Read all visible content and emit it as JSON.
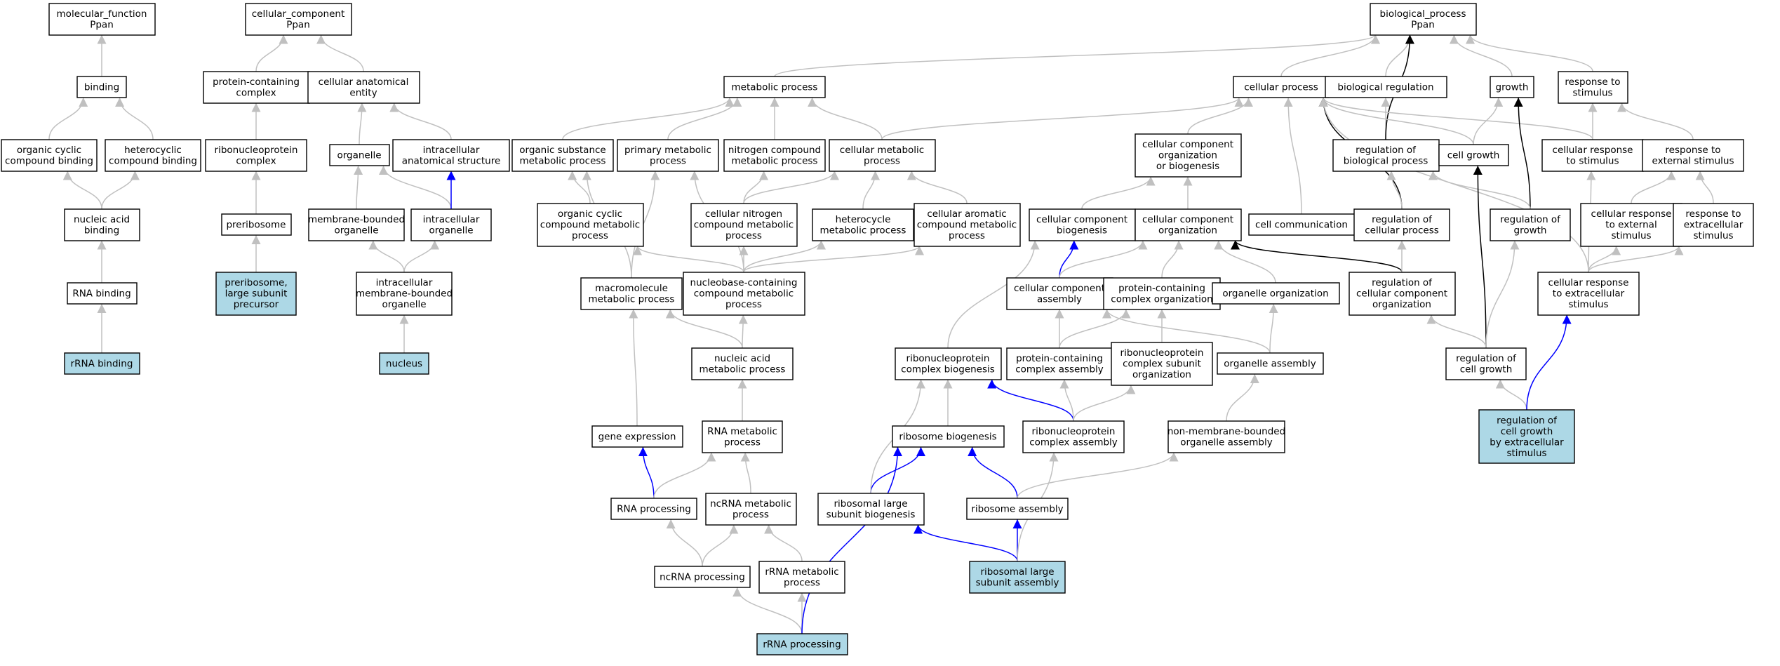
{
  "colors": {
    "node_fill": "#ffffff",
    "node_highlight_fill": "#add8e6",
    "edge_is_a": "#c0c0c0",
    "edge_part_of": "#0000ff",
    "edge_regulates": "#000000"
  },
  "nodes": [
    {
      "id": "mf_root",
      "lines": [
        "molecular_function",
        "Ppan"
      ],
      "highlight": false
    },
    {
      "id": "binding",
      "lines": [
        "binding"
      ],
      "highlight": false
    },
    {
      "id": "org_cyc_bind",
      "lines": [
        "organic cyclic",
        "compound binding"
      ],
      "highlight": false
    },
    {
      "id": "hetcyc_bind",
      "lines": [
        "heterocyclic",
        "compound binding"
      ],
      "highlight": false
    },
    {
      "id": "na_bind",
      "lines": [
        "nucleic acid",
        "binding"
      ],
      "highlight": false
    },
    {
      "id": "rna_bind",
      "lines": [
        "RNA binding"
      ],
      "highlight": false
    },
    {
      "id": "rrna_bind",
      "lines": [
        "rRNA binding"
      ],
      "highlight": true
    },
    {
      "id": "cc_root",
      "lines": [
        "cellular_component",
        "Ppan"
      ],
      "highlight": false
    },
    {
      "id": "prot_cont_cx",
      "lines": [
        "protein-containing",
        "complex"
      ],
      "highlight": false
    },
    {
      "id": "cell_anat_ent",
      "lines": [
        "cellular anatomical",
        "entity"
      ],
      "highlight": false
    },
    {
      "id": "rnp_cx",
      "lines": [
        "ribonucleoprotein",
        "complex"
      ],
      "highlight": false
    },
    {
      "id": "organelle",
      "lines": [
        "organelle"
      ],
      "highlight": false
    },
    {
      "id": "intra_anat",
      "lines": [
        "intracellular",
        "anatomical structure"
      ],
      "highlight": false
    },
    {
      "id": "preribosome",
      "lines": [
        "preribosome"
      ],
      "highlight": false
    },
    {
      "id": "memb_org",
      "lines": [
        "membrane-bounded",
        "organelle"
      ],
      "highlight": false
    },
    {
      "id": "intra_org",
      "lines": [
        "intracellular",
        "organelle"
      ],
      "highlight": false
    },
    {
      "id": "prerib_lsu",
      "lines": [
        "preribosome,",
        "large subunit",
        "precursor"
      ],
      "highlight": true
    },
    {
      "id": "intra_memb_org",
      "lines": [
        "intracellular",
        "membrane-bounded",
        "organelle"
      ],
      "highlight": false
    },
    {
      "id": "nucleus",
      "lines": [
        "nucleus"
      ],
      "highlight": true
    },
    {
      "id": "bp_root",
      "lines": [
        "biological_process",
        "Ppan"
      ],
      "highlight": false
    },
    {
      "id": "metab_proc",
      "lines": [
        "metabolic process"
      ],
      "highlight": false
    },
    {
      "id": "cell_proc",
      "lines": [
        "cellular process"
      ],
      "highlight": false
    },
    {
      "id": "bio_reg",
      "lines": [
        "biological regulation"
      ],
      "highlight": false
    },
    {
      "id": "growth",
      "lines": [
        "growth"
      ],
      "highlight": false
    },
    {
      "id": "resp_stim",
      "lines": [
        "response to",
        "stimulus"
      ],
      "highlight": false
    },
    {
      "id": "org_sub_met",
      "lines": [
        "organic substance",
        "metabolic process"
      ],
      "highlight": false
    },
    {
      "id": "prim_met",
      "lines": [
        "primary metabolic",
        "process"
      ],
      "highlight": false
    },
    {
      "id": "nitro_met",
      "lines": [
        "nitrogen compound",
        "metabolic process"
      ],
      "highlight": false
    },
    {
      "id": "cell_met",
      "lines": [
        "cellular metabolic",
        "process"
      ],
      "highlight": false
    },
    {
      "id": "cc_org_biog",
      "lines": [
        "cellular component",
        "organization",
        "or biogenesis"
      ],
      "highlight": false
    },
    {
      "id": "reg_bio_proc",
      "lines": [
        "regulation of",
        "biological process"
      ],
      "highlight": false
    },
    {
      "id": "cell_growth",
      "lines": [
        "cell growth"
      ],
      "highlight": false
    },
    {
      "id": "cell_resp_stim",
      "lines": [
        "cellular response",
        "to stimulus"
      ],
      "highlight": false
    },
    {
      "id": "resp_ext_stim",
      "lines": [
        "response to",
        "external stimulus"
      ],
      "highlight": false
    },
    {
      "id": "org_cyc_met",
      "lines": [
        "organic cyclic",
        "compound metabolic",
        "process"
      ],
      "highlight": false
    },
    {
      "id": "cell_nitro_met",
      "lines": [
        "cellular nitrogen",
        "compound metabolic",
        "process"
      ],
      "highlight": false
    },
    {
      "id": "hetcyc_met",
      "lines": [
        "heterocycle",
        "metabolic process"
      ],
      "highlight": false
    },
    {
      "id": "cell_arom_met",
      "lines": [
        "cellular aromatic",
        "compound metabolic",
        "process"
      ],
      "highlight": false
    },
    {
      "id": "cc_biog",
      "lines": [
        "cellular component",
        "biogenesis"
      ],
      "highlight": false
    },
    {
      "id": "cc_org",
      "lines": [
        "cellular component",
        "organization"
      ],
      "highlight": false
    },
    {
      "id": "cell_comm",
      "lines": [
        "cell communication"
      ],
      "highlight": false
    },
    {
      "id": "reg_cell_proc",
      "lines": [
        "regulation of",
        "cellular process"
      ],
      "highlight": false
    },
    {
      "id": "reg_growth",
      "lines": [
        "regulation of",
        "growth"
      ],
      "highlight": false
    },
    {
      "id": "cell_resp_ext",
      "lines": [
        "cellular response",
        "to external",
        "stimulus"
      ],
      "highlight": false
    },
    {
      "id": "resp_extracell",
      "lines": [
        "response to",
        "extracellular",
        "stimulus"
      ],
      "highlight": false
    },
    {
      "id": "macro_met",
      "lines": [
        "macromolecule",
        "metabolic process"
      ],
      "highlight": false
    },
    {
      "id": "nucbase_met",
      "lines": [
        "nucleobase-containing",
        "compound metabolic",
        "process"
      ],
      "highlight": false
    },
    {
      "id": "cc_assembly",
      "lines": [
        "cellular component",
        "assembly"
      ],
      "highlight": false
    },
    {
      "id": "pc_cx_org",
      "lines": [
        "protein-containing",
        "complex organization"
      ],
      "highlight": false
    },
    {
      "id": "organelle_org",
      "lines": [
        "organelle organization"
      ],
      "highlight": false
    },
    {
      "id": "reg_cc_org",
      "lines": [
        "regulation of",
        "cellular component",
        "organization"
      ],
      "highlight": false
    },
    {
      "id": "cell_resp_extracell",
      "lines": [
        "cellular response",
        "to extracellular",
        "stimulus"
      ],
      "highlight": false
    },
    {
      "id": "na_met",
      "lines": [
        "nucleic acid",
        "metabolic process"
      ],
      "highlight": false
    },
    {
      "id": "rnp_cx_biog",
      "lines": [
        "ribonucleoprotein",
        "complex biogenesis"
      ],
      "highlight": false
    },
    {
      "id": "pc_cx_assembly",
      "lines": [
        "protein-containing",
        "complex assembly"
      ],
      "highlight": false
    },
    {
      "id": "rnp_subunit_org",
      "lines": [
        "ribonucleoprotein",
        "complex subunit",
        "organization"
      ],
      "highlight": false
    },
    {
      "id": "organelle_assembly",
      "lines": [
        "organelle assembly"
      ],
      "highlight": false
    },
    {
      "id": "reg_cell_growth",
      "lines": [
        "regulation of",
        "cell growth"
      ],
      "highlight": false
    },
    {
      "id": "gene_expr",
      "lines": [
        "gene expression"
      ],
      "highlight": false
    },
    {
      "id": "rna_met",
      "lines": [
        "RNA metabolic",
        "process"
      ],
      "highlight": false
    },
    {
      "id": "ribo_biog",
      "lines": [
        "ribosome biogenesis"
      ],
      "highlight": false
    },
    {
      "id": "rnp_cx_assembly",
      "lines": [
        "ribonucleoprotein",
        "complex assembly"
      ],
      "highlight": false
    },
    {
      "id": "nonmemb_org_assembly",
      "lines": [
        "non-membrane-bounded",
        "organelle assembly"
      ],
      "highlight": false
    },
    {
      "id": "reg_cg_extracell",
      "lines": [
        "regulation of",
        "cell growth",
        "by extracellular",
        "stimulus"
      ],
      "highlight": true
    },
    {
      "id": "rna_proc",
      "lines": [
        "RNA processing"
      ],
      "highlight": false
    },
    {
      "id": "ncrna_met",
      "lines": [
        "ncRNA metabolic",
        "process"
      ],
      "highlight": false
    },
    {
      "id": "rib_lsu_biog",
      "lines": [
        "ribosomal large",
        "subunit biogenesis"
      ],
      "highlight": false
    },
    {
      "id": "ribo_assembly",
      "lines": [
        "ribosome assembly"
      ],
      "highlight": false
    },
    {
      "id": "ncrna_proc",
      "lines": [
        "ncRNA processing"
      ],
      "highlight": false
    },
    {
      "id": "rrna_met",
      "lines": [
        "rRNA metabolic",
        "process"
      ],
      "highlight": false
    },
    {
      "id": "rib_lsu_assembly",
      "lines": [
        "ribosomal large",
        "subunit assembly"
      ],
      "highlight": true
    },
    {
      "id": "rrna_proc",
      "lines": [
        "rRNA processing"
      ],
      "highlight": true
    }
  ],
  "edges": [
    {
      "from": "binding",
      "to": "mf_root",
      "type": "is_a"
    },
    {
      "from": "org_cyc_bind",
      "to": "binding",
      "type": "is_a"
    },
    {
      "from": "hetcyc_bind",
      "to": "binding",
      "type": "is_a"
    },
    {
      "from": "na_bind",
      "to": "org_cyc_bind",
      "type": "is_a"
    },
    {
      "from": "na_bind",
      "to": "hetcyc_bind",
      "type": "is_a"
    },
    {
      "from": "rna_bind",
      "to": "na_bind",
      "type": "is_a"
    },
    {
      "from": "rrna_bind",
      "to": "rna_bind",
      "type": "is_a"
    },
    {
      "from": "prot_cont_cx",
      "to": "cc_root",
      "type": "is_a"
    },
    {
      "from": "cell_anat_ent",
      "to": "cc_root",
      "type": "is_a"
    },
    {
      "from": "rnp_cx",
      "to": "prot_cont_cx",
      "type": "is_a"
    },
    {
      "from": "organelle",
      "to": "cell_anat_ent",
      "type": "is_a"
    },
    {
      "from": "intra_anat",
      "to": "cell_anat_ent",
      "type": "is_a"
    },
    {
      "from": "preribosome",
      "to": "rnp_cx",
      "type": "is_a"
    },
    {
      "from": "memb_org",
      "to": "organelle",
      "type": "is_a"
    },
    {
      "from": "intra_org",
      "to": "organelle",
      "type": "is_a"
    },
    {
      "from": "intra_org",
      "to": "intra_anat",
      "type": "part_of"
    },
    {
      "from": "prerib_lsu",
      "to": "preribosome",
      "type": "is_a"
    },
    {
      "from": "intra_memb_org",
      "to": "memb_org",
      "type": "is_a"
    },
    {
      "from": "intra_memb_org",
      "to": "intra_org",
      "type": "is_a"
    },
    {
      "from": "nucleus",
      "to": "intra_memb_org",
      "type": "is_a"
    },
    {
      "from": "metab_proc",
      "to": "bp_root",
      "type": "is_a"
    },
    {
      "from": "cell_proc",
      "to": "bp_root",
      "type": "is_a"
    },
    {
      "from": "bio_reg",
      "to": "bp_root",
      "type": "is_a"
    },
    {
      "from": "growth",
      "to": "bp_root",
      "type": "is_a"
    },
    {
      "from": "resp_stim",
      "to": "bp_root",
      "type": "is_a"
    },
    {
      "from": "org_sub_met",
      "to": "metab_proc",
      "type": "is_a"
    },
    {
      "from": "prim_met",
      "to": "metab_proc",
      "type": "is_a"
    },
    {
      "from": "nitro_met",
      "to": "metab_proc",
      "type": "is_a"
    },
    {
      "from": "cell_met",
      "to": "metab_proc",
      "type": "is_a"
    },
    {
      "from": "cell_met",
      "to": "cell_proc",
      "type": "is_a"
    },
    {
      "from": "cc_org_biog",
      "to": "cell_proc",
      "type": "is_a"
    },
    {
      "from": "reg_bio_proc",
      "to": "bio_reg",
      "type": "is_a"
    },
    {
      "from": "reg_bio_proc",
      "to": "bp_root",
      "type": "regulates"
    },
    {
      "from": "cell_growth",
      "to": "cell_proc",
      "type": "is_a"
    },
    {
      "from": "cell_growth",
      "to": "growth",
      "type": "is_a"
    },
    {
      "from": "cell_resp_stim",
      "to": "cell_proc",
      "type": "is_a"
    },
    {
      "from": "cell_resp_stim",
      "to": "resp_stim",
      "type": "is_a"
    },
    {
      "from": "resp_ext_stim",
      "to": "resp_stim",
      "type": "is_a"
    },
    {
      "from": "org_cyc_met",
      "to": "org_sub_met",
      "type": "is_a"
    },
    {
      "from": "cell_nitro_met",
      "to": "nitro_met",
      "type": "is_a"
    },
    {
      "from": "cell_nitro_met",
      "to": "cell_met",
      "type": "is_a"
    },
    {
      "from": "hetcyc_met",
      "to": "cell_met",
      "type": "is_a"
    },
    {
      "from": "cell_arom_met",
      "to": "cell_met",
      "type": "is_a"
    },
    {
      "from": "cc_biog",
      "to": "cc_org_biog",
      "type": "is_a"
    },
    {
      "from": "cc_org",
      "to": "cc_org_biog",
      "type": "is_a"
    },
    {
      "from": "cell_comm",
      "to": "cell_proc",
      "type": "is_a"
    },
    {
      "from": "reg_cell_proc",
      "to": "cell_proc",
      "type": "regulates"
    },
    {
      "from": "reg_cell_proc",
      "to": "reg_bio_proc",
      "type": "is_a"
    },
    {
      "from": "reg_growth",
      "to": "growth",
      "type": "regulates"
    },
    {
      "from": "reg_growth",
      "to": "reg_bio_proc",
      "type": "is_a"
    },
    {
      "from": "cell_resp_ext",
      "to": "resp_ext_stim",
      "type": "is_a"
    },
    {
      "from": "resp_extracell",
      "to": "resp_ext_stim",
      "type": "is_a"
    },
    {
      "from": "macro_met",
      "to": "org_sub_met",
      "type": "is_a"
    },
    {
      "from": "macro_met",
      "to": "prim_met",
      "type": "is_a"
    },
    {
      "from": "nucbase_met",
      "to": "org_cyc_met",
      "type": "is_a"
    },
    {
      "from": "nucbase_met",
      "to": "cell_nitro_met",
      "type": "is_a"
    },
    {
      "from": "nucbase_met",
      "to": "hetcyc_met",
      "type": "is_a"
    },
    {
      "from": "nucbase_met",
      "to": "cell_arom_met",
      "type": "is_a"
    },
    {
      "from": "nucbase_met",
      "to": "prim_met",
      "type": "is_a"
    },
    {
      "from": "cc_assembly",
      "to": "cc_biog",
      "type": "part_of"
    },
    {
      "from": "cc_assembly",
      "to": "cc_org",
      "type": "is_a"
    },
    {
      "from": "pc_cx_org",
      "to": "cc_org",
      "type": "is_a"
    },
    {
      "from": "organelle_org",
      "to": "cc_org",
      "type": "is_a"
    },
    {
      "from": "reg_cc_org",
      "to": "cc_org",
      "type": "regulates"
    },
    {
      "from": "reg_cc_org",
      "to": "reg_cell_proc",
      "type": "is_a"
    },
    {
      "from": "cell_resp_extracell",
      "to": "cell_resp_stim",
      "type": "is_a"
    },
    {
      "from": "cell_resp_extracell",
      "to": "cell_resp_ext",
      "type": "is_a"
    },
    {
      "from": "cell_resp_extracell",
      "to": "resp_extracell",
      "type": "is_a"
    },
    {
      "from": "cell_resp_extracell",
      "to": "cell_proc",
      "type": "is_a"
    },
    {
      "from": "na_met",
      "to": "macro_met",
      "type": "is_a"
    },
    {
      "from": "na_met",
      "to": "nucbase_met",
      "type": "is_a"
    },
    {
      "from": "rnp_cx_biog",
      "to": "cc_biog",
      "type": "is_a"
    },
    {
      "from": "pc_cx_assembly",
      "to": "cc_assembly",
      "type": "is_a"
    },
    {
      "from": "pc_cx_assembly",
      "to": "pc_cx_org",
      "type": "is_a"
    },
    {
      "from": "rnp_subunit_org",
      "to": "pc_cx_org",
      "type": "is_a"
    },
    {
      "from": "organelle_assembly",
      "to": "cc_assembly",
      "type": "is_a"
    },
    {
      "from": "organelle_assembly",
      "to": "organelle_org",
      "type": "is_a"
    },
    {
      "from": "reg_cell_growth",
      "to": "cell_growth",
      "type": "regulates"
    },
    {
      "from": "reg_cell_growth",
      "to": "reg_growth",
      "type": "is_a"
    },
    {
      "from": "reg_cell_growth",
      "to": "reg_cc_org",
      "type": "is_a"
    },
    {
      "from": "gene_expr",
      "to": "macro_met",
      "type": "is_a"
    },
    {
      "from": "rna_met",
      "to": "na_met",
      "type": "is_a"
    },
    {
      "from": "ribo_biog",
      "to": "rnp_cx_biog",
      "type": "is_a"
    },
    {
      "from": "rnp_cx_assembly",
      "to": "rnp_cx_biog",
      "type": "part_of"
    },
    {
      "from": "rnp_cx_assembly",
      "to": "pc_cx_assembly",
      "type": "is_a"
    },
    {
      "from": "rnp_cx_assembly",
      "to": "rnp_subunit_org",
      "type": "is_a"
    },
    {
      "from": "nonmemb_org_assembly",
      "to": "organelle_assembly",
      "type": "is_a"
    },
    {
      "from": "reg_cg_extracell",
      "to": "reg_cell_growth",
      "type": "is_a"
    },
    {
      "from": "reg_cg_extracell",
      "to": "cell_resp_extracell",
      "type": "part_of"
    },
    {
      "from": "rna_proc",
      "to": "gene_expr",
      "type": "part_of"
    },
    {
      "from": "rna_proc",
      "to": "rna_met",
      "type": "is_a"
    },
    {
      "from": "ncrna_met",
      "to": "rna_met",
      "type": "is_a"
    },
    {
      "from": "rib_lsu_biog",
      "to": "ribo_biog",
      "type": "part_of"
    },
    {
      "from": "rib_lsu_biog",
      "to": "rnp_cx_biog",
      "type": "is_a"
    },
    {
      "from": "ribo_assembly",
      "to": "ribo_biog",
      "type": "part_of"
    },
    {
      "from": "ribo_assembly",
      "to": "nonmemb_org_assembly",
      "type": "is_a"
    },
    {
      "from": "ncrna_proc",
      "to": "rna_proc",
      "type": "is_a"
    },
    {
      "from": "ncrna_proc",
      "to": "ncrna_met",
      "type": "is_a"
    },
    {
      "from": "rrna_met",
      "to": "ncrna_met",
      "type": "is_a"
    },
    {
      "from": "rib_lsu_assembly",
      "to": "ribo_assembly",
      "type": "part_of"
    },
    {
      "from": "rib_lsu_assembly",
      "to": "rib_lsu_biog",
      "type": "part_of"
    },
    {
      "from": "rib_lsu_assembly",
      "to": "rnp_cx_assembly",
      "type": "is_a"
    },
    {
      "from": "rrna_proc",
      "to": "ncrna_proc",
      "type": "is_a"
    },
    {
      "from": "rrna_proc",
      "to": "rrna_met",
      "type": "is_a"
    },
    {
      "from": "rrna_proc",
      "to": "ribo_biog",
      "type": "part_of"
    }
  ]
}
